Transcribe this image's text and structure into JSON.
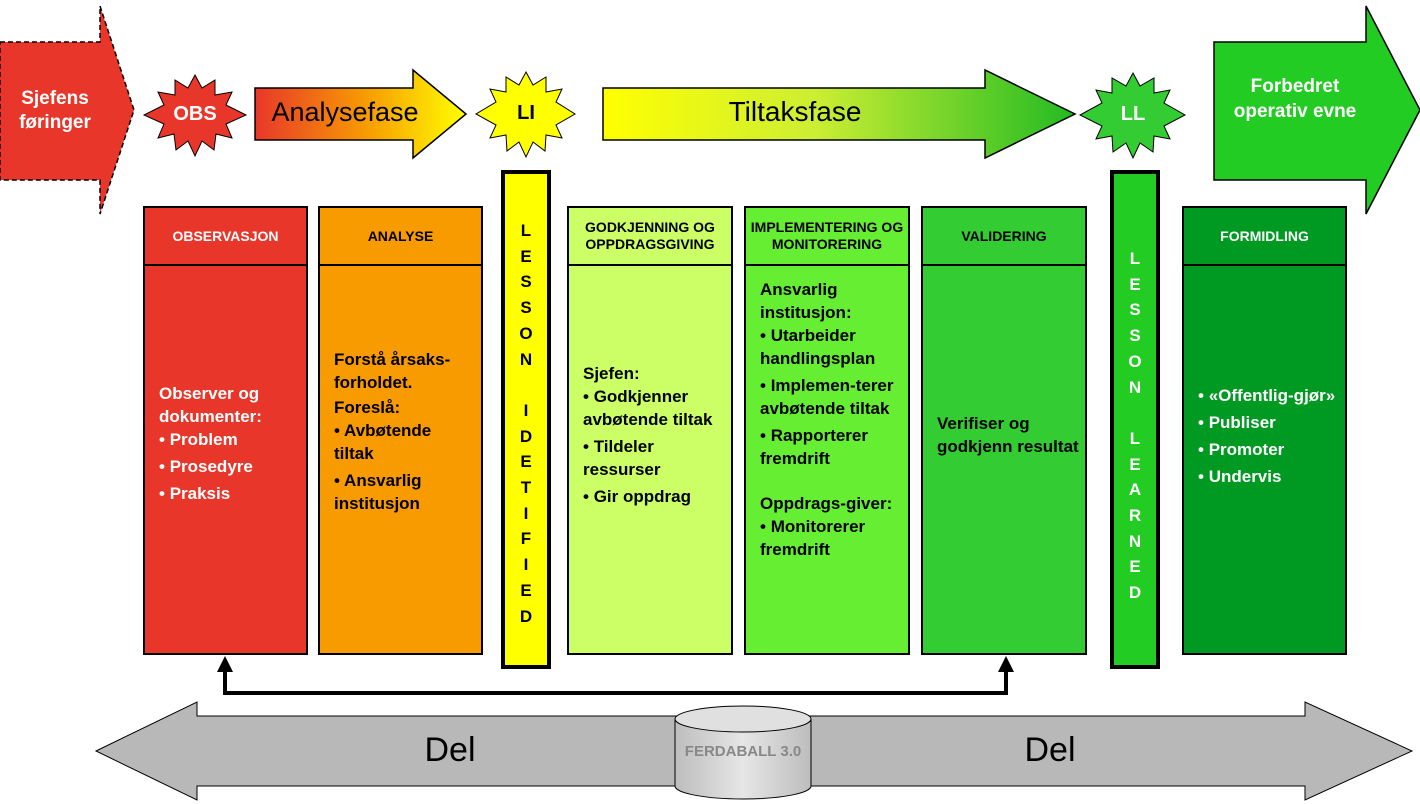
{
  "top": {
    "start_arrow": "Sjefens føringer",
    "obs_burst": "OBS",
    "phase1": "Analysefase",
    "li_burst": "LI",
    "phase2": "Tiltaksfase",
    "ll_burst": "LL",
    "end_arrow": "Forbedret operativ evne"
  },
  "columns": [
    {
      "header": "OBSERVASJON",
      "color": "#e8372a",
      "intro": [
        "Observer og dokumenter:"
      ],
      "bullets": [
        "Problem",
        "Prosedyre",
        "Praksis"
      ]
    },
    {
      "header": "ANALYSE",
      "color": "#f89b00",
      "intro": [
        "Forstå årsaks-forholdet.",
        "Foreslå:"
      ],
      "bullets": [
        "Avbøtende tiltak",
        "Ansvarlig institusjon"
      ]
    },
    {
      "header": "GODKJENNING OG OPPDRAGSGIVING",
      "color": "#ccff66",
      "intro": [
        "Sjefen:"
      ],
      "bullets": [
        "Godkjenner avbøtende tiltak",
        "Tildeler ressurser",
        "Gir oppdrag"
      ]
    },
    {
      "header": "IMPLEMENTERING OG MONITORERING",
      "color": "#66ee33",
      "intro": [
        "Ansvarlig institusjon:"
      ],
      "bullets": [
        "Utarbeider handlingsplan",
        "Implemen-terer avbøtende tiltak",
        "Rapporterer fremdrift"
      ],
      "intro2": [
        "Oppdrags-giver:"
      ],
      "bullets2": [
        "Monitorerer fremdrift"
      ]
    },
    {
      "header": "VALIDERING",
      "color": "#33cc33",
      "intro": [
        "Verifiser og godkjenn resultat"
      ],
      "bullets": []
    },
    {
      "header": "FORMIDLING",
      "color": "#009922",
      "intro": [],
      "bullets": [
        "«Offentlig-gjør»",
        "Publiser",
        "Promoter",
        "Undervis"
      ]
    }
  ],
  "lesson_identified": [
    "L",
    "E",
    "S",
    "S",
    "O",
    "N",
    "",
    "I",
    "D",
    "E",
    "T",
    "I",
    "F",
    "I",
    "E",
    "D"
  ],
  "lesson_learned": [
    "L",
    "E",
    "S",
    "S",
    "O",
    "N",
    "",
    "L",
    "E",
    "A",
    "R",
    "N",
    "E",
    "D"
  ],
  "bottom": {
    "left_label": "Del",
    "right_label": "Del",
    "db_label": "FERDABALL 3.0"
  },
  "colors": {
    "red": "#e8372a",
    "orange": "#f89b00",
    "yellow": "#ffff00",
    "light_green": "#ccff66",
    "green": "#33cc33",
    "dark_green": "#009922",
    "grey": "#b8b8b8"
  }
}
